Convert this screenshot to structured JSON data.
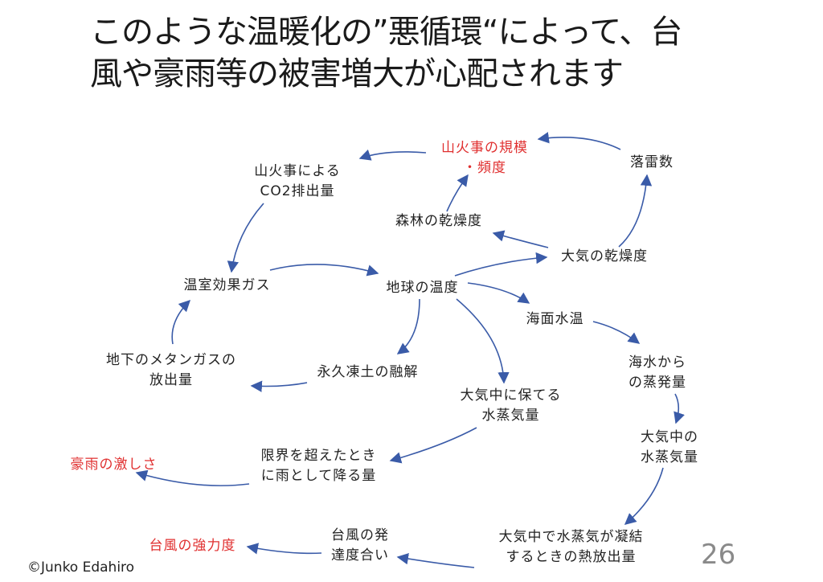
{
  "title": {
    "line1": "このような温暖化の”悪循環“によって、台",
    "line2": "風や豪雨等の被害増大が心配されます"
  },
  "nodes": {
    "wildfire_scale": {
      "l1": "山火事の規模",
      "l2": "・頻度"
    },
    "lightning": "落雷数",
    "wildfire_co2": {
      "l1": "山火事による",
      "l2": "CO2排出量"
    },
    "forest_dryness": "森林の乾燥度",
    "air_dryness": "大気の乾燥度",
    "ghg": "温室効果ガス",
    "earth_temp": "地球の温度",
    "sea_temp": "海面水温",
    "methane": {
      "l1": "地下のメタンガスの",
      "l2": "放出量"
    },
    "permafrost": "永久凍土の融解",
    "evaporation": {
      "l1": "海水から",
      "l2": "の蒸発量"
    },
    "vapor_capacity": {
      "l1": "大気中に保てる",
      "l2": "水蒸気量"
    },
    "atm_vapor": {
      "l1": "大気中の",
      "l2": "水蒸気量"
    },
    "rain_amount": {
      "l1": "限界を超えたとき",
      "l2": "に雨として降る量"
    },
    "heavy_rain": "豪雨の激しさ",
    "condensation_heat": {
      "l1": "大気中で水蒸気が凝結",
      "l2": "するときの熱放出量"
    },
    "typhoon_dev": {
      "l1": "台風の発",
      "l2": "達度合い"
    },
    "typhoon_strength": "台風の強力度"
  },
  "copyright": "©Junko Edahiro",
  "page_number": "26",
  "colors": {
    "arrow": "#3a5ba8",
    "highlight": "#e03030",
    "text": "#222222"
  }
}
